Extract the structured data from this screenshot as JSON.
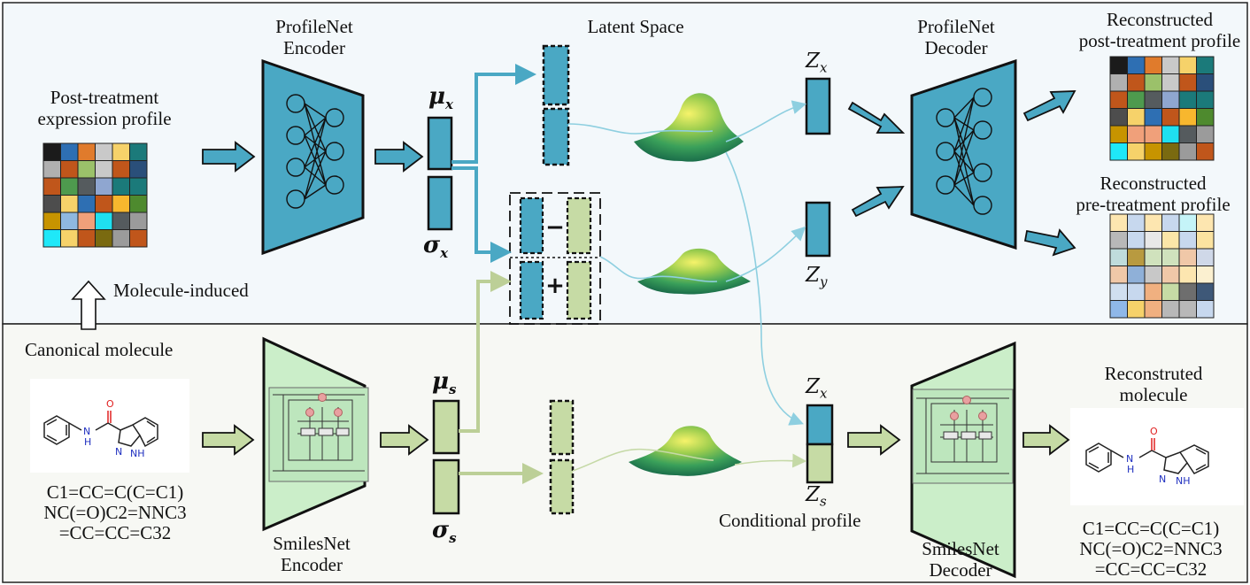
{
  "labels": {
    "post_treatment_profile": [
      "Post-treatment",
      "expression profile"
    ],
    "profilenet_encoder": [
      "ProfileNet",
      "Encoder"
    ],
    "latent_space": "Latent Space",
    "profilenet_decoder": [
      "ProfileNet",
      "Decoder"
    ],
    "reconstructed_post": [
      "Reconstructed",
      "post-treatment profile"
    ],
    "reconstructed_pre": [
      "Reconstructed",
      "pre-treatment profile"
    ],
    "molecule_induced": "Molecule-induced",
    "canonical_molecule": "Canonical molecule",
    "smilesnet_encoder": [
      "SmilesNet",
      "Encoder"
    ],
    "conditional_profile": "Conditional profile",
    "smilesnet_decoder": [
      "SmilesNet",
      "Decoder"
    ],
    "reconstructed_molecule": [
      "Reconstruted",
      "molecule"
    ]
  },
  "math": {
    "mu_x": "μ",
    "mu_x_sub": "x",
    "sigma_x": "σ",
    "sigma_x_sub": "x",
    "mu_s": "μ",
    "mu_s_sub": "s",
    "sigma_s": "σ",
    "sigma_s_sub": "s",
    "z_x_top": "Z",
    "z_x_top_sub": "x",
    "z_y": "Z",
    "z_y_sub": "y",
    "z_x_bottom": "Z",
    "z_x_bottom_sub": "x",
    "z_s": "Z",
    "z_s_sub": "s",
    "minus": "−",
    "plus": "+"
  },
  "smiles": {
    "input": [
      "C1=CC=C(C=C1)",
      "NC(=O)C2=NNC3",
      "=CC=CC=C32"
    ],
    "output": [
      "C1=CC=C(C=C1)",
      "NC(=O)C2=NNC3",
      "=CC=CC=C32"
    ]
  },
  "molecule": {
    "atom_o": "O",
    "atom_n": "N",
    "atom_nh_amide": "H",
    "atom_n_ring": "N",
    "atom_nh_ring": "NH"
  },
  "colors": {
    "profile_blue": "#4aa8c4",
    "smiles_green": "#c6dba5",
    "top_panel_bg": "#f3f8fb",
    "bottom_panel_bg": "#f7f8f4",
    "arrow_blue": "#4aa8c4",
    "arrow_green": "#bccf97",
    "curve_blue": "#8ecfe0",
    "curve_green": "#c5d9a6",
    "mol_red": "#e02020",
    "mol_blue": "#2030c0"
  },
  "heatmaps": {
    "post_treatment": [
      [
        "#1b1b1b",
        "#2e6fb3",
        "#e07b2c",
        "#c9c9c9",
        "#f6d26a",
        "#1b7a7a"
      ],
      [
        "#b0b0b0",
        "#c0561b",
        "#9bc16a",
        "#c9c9c9",
        "#c0561b",
        "#2a4f7a"
      ],
      [
        "#c0561b",
        "#4e9a4e",
        "#555b5e",
        "#8fa6d0",
        "#1b7a7a",
        "#1b7a7a"
      ],
      [
        "#4d4d4d",
        "#f6d26a",
        "#2e6fb3",
        "#c0561b",
        "#f7b72e",
        "#4e8a2e"
      ],
      [
        "#c79400",
        "#8fb8e0",
        "#f0a07a",
        "#1fe0f0",
        "#555b5e",
        "#9b9b9b"
      ],
      [
        "#1fe8f8",
        "#f6d26a",
        "#c0561b",
        "#7a6a10",
        "#9b9b9b",
        "#c0561b"
      ]
    ],
    "reconstructed_post": [
      [
        "#1b1b1b",
        "#2e6fb3",
        "#e07b2c",
        "#c9c9c9",
        "#f6d26a",
        "#1b7a7a"
      ],
      [
        "#b0b0b0",
        "#c0561b",
        "#9bc16a",
        "#c9c9c9",
        "#c0561b",
        "#2a4f7a"
      ],
      [
        "#c0561b",
        "#4e9a4e",
        "#555b5e",
        "#8fa6d0",
        "#1b7a7a",
        "#1b7a7a"
      ],
      [
        "#4d4d4d",
        "#f6d26a",
        "#2e6fb3",
        "#c0561b",
        "#f7b72e",
        "#4e8a2e"
      ],
      [
        "#c79400",
        "#f0a07a",
        "#f0a07a",
        "#1fe0f0",
        "#555b5e",
        "#9b9b9b"
      ],
      [
        "#1fe8f8",
        "#f6d26a",
        "#c79400",
        "#7a6a10",
        "#9b9b9b",
        "#c0561b"
      ]
    ],
    "reconstructed_pre": [
      [
        "#fde6b0",
        "#c7d8ee",
        "#fde6b0",
        "#c7d8ee",
        "#c5f4f8",
        "#fde6b0"
      ],
      [
        "#b8b8b8",
        "#c7d8ee",
        "#e8e8e8",
        "#fbe6a8",
        "#c7d8ee",
        "#fbe3a0"
      ],
      [
        "#bfdcdc",
        "#b89a40",
        "#d0e2bd",
        "#d0e2bd",
        "#f0c8a8",
        "#cfd8e8"
      ],
      [
        "#f0c8a8",
        "#8fb0d8",
        "#c8c8c8",
        "#f0c8a8",
        "#fde6b0",
        "#fbf0d0"
      ],
      [
        "#d0dff0",
        "#c7d8ee",
        "#f0b080",
        "#c6dba5",
        "#6e6e6e",
        "#3e5878"
      ],
      [
        "#8fb8e8",
        "#f6d26a",
        "#f0b080",
        "#b8b8b8",
        "#b8b8b8",
        "#c7d8ee"
      ]
    ]
  }
}
